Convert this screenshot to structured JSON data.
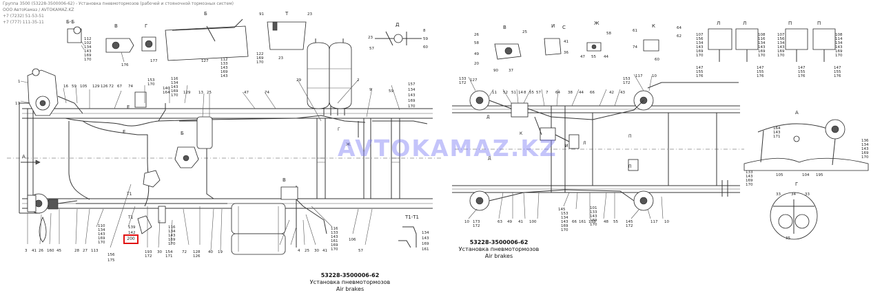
{
  "header": {
    "line1": "Группа 3500 (53228-3500006-62) - Установка пневмотормозов (рабочей и стояночной тормозных систем)",
    "line2": "ООО АвтоКамаз / AVTOKAMAZ.KZ",
    "line3": "+7 (7232) 51-53-51",
    "line4": "+7 (777) 111-35-11"
  },
  "watermark": "AVTOKAMAZ.KZ",
  "highlight_label": "200",
  "captions": {
    "left": {
      "code": "53228-3500006-62",
      "ru": "Установка пневмотормозов",
      "en": "Air brakes"
    },
    "right": {
      "code": "53228-3500006-62",
      "ru": "Установка пневмотормозов",
      "en": "Air brakes"
    }
  },
  "view_labels": [
    "Б-Б",
    "В",
    "Г",
    "Б",
    "Т",
    "Д",
    "В",
    "И",
    "К",
    "Ж",
    "Л",
    "Л",
    "П",
    "П",
    "А",
    "Г",
    "Т1-Т1",
    "А",
    "Е",
    "Е",
    "В",
    "Б",
    "Т1",
    "Т1",
    "Д",
    "Г",
    "Ж",
    "К",
    "И",
    "П",
    "Л"
  ],
  "callouts": [
    "1",
    "17",
    "16",
    "59",
    "105",
    "129",
    "126",
    "72",
    "67",
    "74",
    "153",
    "170",
    "140",
    "164",
    "116",
    "129",
    "13",
    "25",
    "47",
    "74",
    "29",
    "2",
    "9",
    "59",
    "157",
    "134",
    "143",
    "169",
    "170",
    "112",
    "102",
    "134",
    "143",
    "169",
    "170",
    "176",
    "177",
    "127",
    "112",
    "133",
    "143",
    "169",
    "143",
    "91",
    "23",
    "122",
    "169",
    "170",
    "23",
    "57",
    "59",
    "60",
    "3",
    "41",
    "26",
    "160",
    "45",
    "28",
    "27",
    "113",
    "110",
    "134",
    "143",
    "169",
    "170",
    "156",
    "175",
    "139",
    "142",
    "193",
    "172",
    "30",
    "154",
    "171",
    "116",
    "134",
    "143",
    "169",
    "170",
    "72",
    "128",
    "126",
    "40",
    "19",
    "4",
    "25",
    "30",
    "41",
    "116",
    "133",
    "143",
    "161",
    "169",
    "170",
    "106",
    "57",
    "134",
    "143",
    "169",
    "161",
    "26",
    "25",
    "58",
    "49",
    "20",
    "90",
    "37",
    "41",
    "36",
    "47",
    "55",
    "44",
    "61",
    "74",
    "64",
    "62",
    "60",
    "107",
    "156",
    "134",
    "143",
    "169",
    "170",
    "147",
    "155",
    "176",
    "108",
    "116",
    "134",
    "143",
    "169",
    "170",
    "147",
    "155",
    "176",
    "107",
    "156",
    "134",
    "143",
    "169",
    "170",
    "147",
    "155",
    "176",
    "108",
    "114",
    "134",
    "143",
    "169",
    "170",
    "147",
    "155",
    "176",
    "133",
    "172",
    "127",
    "11",
    "52",
    "51",
    "14",
    "8",
    "55",
    "57",
    "7",
    "64",
    "38",
    "44",
    "66",
    "42",
    "43",
    "47",
    "63",
    "73",
    "102",
    "117",
    "10",
    "10",
    "173",
    "172",
    "63",
    "49",
    "41",
    "100",
    "145",
    "153",
    "134",
    "143",
    "169",
    "170",
    "66",
    "161",
    "133",
    "101",
    "133",
    "143",
    "169",
    "170",
    "48",
    "55",
    "145",
    "172",
    "117",
    "10",
    "164",
    "143",
    "171",
    "133",
    "143",
    "169",
    "170",
    "136",
    "134",
    "143",
    "169",
    "170",
    "105",
    "104",
    "195",
    "33",
    "34",
    "33",
    "35"
  ]
}
